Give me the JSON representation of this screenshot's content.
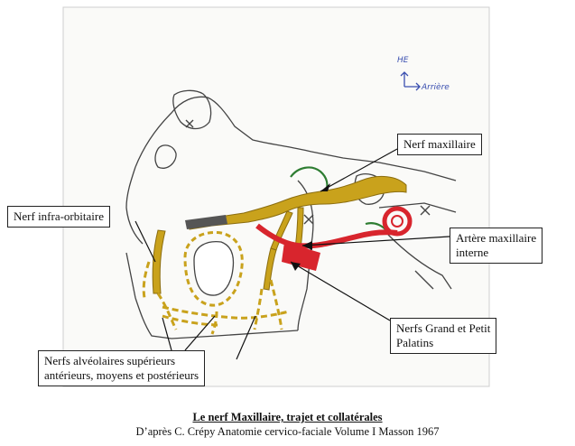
{
  "figure": {
    "orientation_marks": [
      "HE",
      "Arrière"
    ],
    "labels": {
      "nerf_maxillaire": "Nerf maxillaire",
      "nerf_infra_orbitaire": "Nerf infra-orbitaire",
      "artere_line1": "Artère maxillaire",
      "artere_line2": "interne",
      "palatins_line1": "Nerfs Grand et Petit",
      "palatins_line2": "Palatins",
      "alveolaires_line1": "Nerfs alvéolaires supérieurs",
      "alveolaires_line2": "antérieurs, moyens et postérieurs"
    }
  },
  "caption": {
    "title": "Le nerf Maxillaire, trajet et collatérales",
    "source": "D’après C. Crépy Anatomie cervico-faciale Volume I  Masson 1967"
  },
  "colors": {
    "nerve": "#c9a21c",
    "artery": "#d8252d",
    "green_outline": "#2e7d32",
    "pencil": "#444444",
    "paper": "#fafaf8"
  }
}
